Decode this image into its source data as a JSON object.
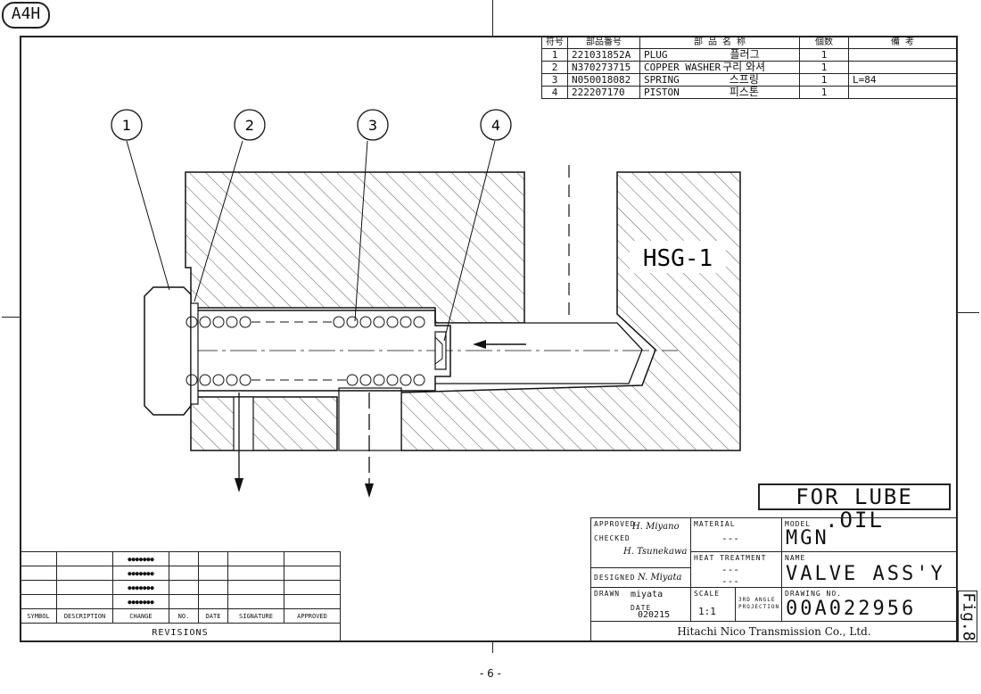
{
  "sheet_tag": "A4H",
  "parts_table": {
    "headers": [
      "符号",
      "部品番号",
      "部 品 名 称",
      "個数",
      "備 考"
    ],
    "rows": [
      {
        "no": "1",
        "part_no": "221031852A",
        "name": "PLUG",
        "name_kr": "플러그",
        "qty": "1",
        "note": ""
      },
      {
        "no": "2",
        "part_no": "N370273715",
        "name": "COPPER WASHER",
        "name_kr": "구리 와셔",
        "qty": "1",
        "note": ""
      },
      {
        "no": "3",
        "part_no": "N050018082",
        "name": "SPRING",
        "name_kr": "스프링",
        "qty": "1",
        "note": "L=84"
      },
      {
        "no": "4",
        "part_no": "222207170",
        "name": "PISTON",
        "name_kr": "피스톤",
        "qty": "1",
        "note": ""
      }
    ]
  },
  "balloons": [
    "1",
    "2",
    "3",
    "4"
  ],
  "housing_label": "HSG-1",
  "lube_label": "FOR LUBE .OIL",
  "revisions": {
    "mark": "●●●●●●●",
    "headers": [
      "SYMBOL",
      "DESCRIPTION",
      "CHANGE",
      "NO.",
      "DATE",
      "SIGNATURE",
      "APPROVED"
    ],
    "footer": "REVISIONS"
  },
  "title_block": {
    "approved_label": "APPROVED",
    "approved_sig": "H. Miyano",
    "checked_label": "CHECKED",
    "checked_sig": "H. Tsunekawa",
    "designed_label": "DESIGNED",
    "designed_sig": "N. Miyata",
    "drawn_label": "DRAWN",
    "drawn_value": "miyata",
    "date_label": "DATE",
    "date_value": "020215",
    "material_label": "MATERIAL",
    "material_value": "---",
    "heat_label": "HEAT TREATMENT",
    "heat_value": "---",
    "heat_value2": "---",
    "scale_label": "SCALE",
    "scale_value": "1:1",
    "projection_line1": "3RD ANGLE",
    "projection_line2": "PROJECTION",
    "model_label": "MODEL",
    "model_value": "MGN",
    "name_label": "NAME",
    "name_value": "VALVE ASS'Y",
    "drawing_no_label": "DRAWING NO.",
    "drawing_no_value": "00A022956",
    "company": "Hitachi Nico Transmission Co., Ltd."
  },
  "fig_label": "Fig.8",
  "page_number": "- 6 -"
}
